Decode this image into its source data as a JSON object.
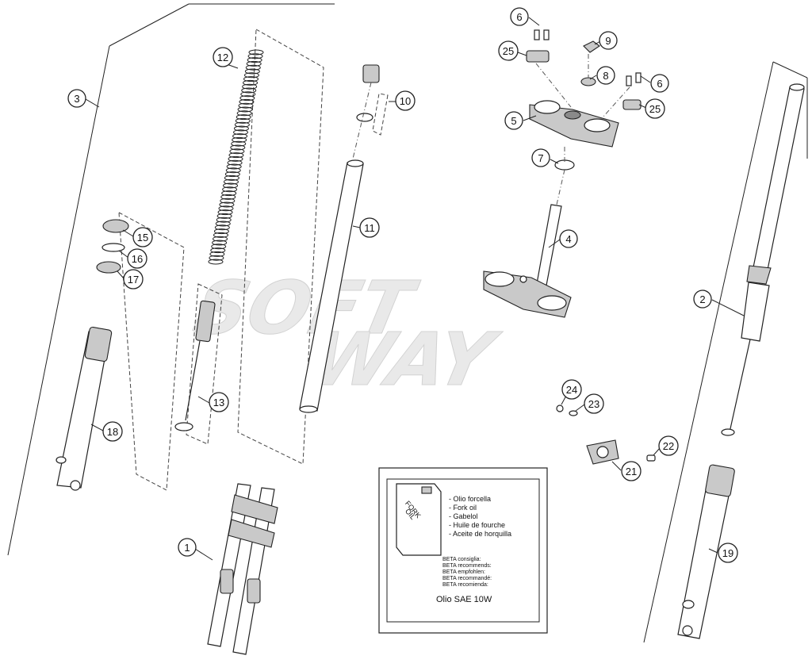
{
  "watermark": {
    "line1": "SOFT",
    "line2": "WAY"
  },
  "callouts": [
    {
      "id": "c1",
      "label": "1"
    },
    {
      "id": "c2",
      "label": "2"
    },
    {
      "id": "c3",
      "label": "3"
    },
    {
      "id": "c4",
      "label": "4"
    },
    {
      "id": "c5",
      "label": "5"
    },
    {
      "id": "c6a",
      "label": "6"
    },
    {
      "id": "c6b",
      "label": "6"
    },
    {
      "id": "c7",
      "label": "7"
    },
    {
      "id": "c8",
      "label": "8"
    },
    {
      "id": "c9",
      "label": "9"
    },
    {
      "id": "c10",
      "label": "10"
    },
    {
      "id": "c11",
      "label": "11"
    },
    {
      "id": "c12",
      "label": "12"
    },
    {
      "id": "c13",
      "label": "13"
    },
    {
      "id": "c15",
      "label": "15"
    },
    {
      "id": "c16",
      "label": "16"
    },
    {
      "id": "c17",
      "label": "17"
    },
    {
      "id": "c18",
      "label": "18"
    },
    {
      "id": "c19",
      "label": "19"
    },
    {
      "id": "c21",
      "label": "21"
    },
    {
      "id": "c22",
      "label": "22"
    },
    {
      "id": "c23",
      "label": "23"
    },
    {
      "id": "c24",
      "label": "24"
    },
    {
      "id": "c25a",
      "label": "25"
    },
    {
      "id": "c25b",
      "label": "25"
    }
  ],
  "oil_box": {
    "can_label_line1": "FORK",
    "can_label_line2": "OIL",
    "oil_names": [
      "- Olio forcella",
      "- Fork oil",
      "- Gabelol",
      "- Huile de fourche",
      "- Aceite de horquilla"
    ],
    "recommends": [
      "BETA consiglia:",
      "BETA recommends:",
      "BETA empfohlen:",
      "BETA recommandé:",
      "BETA recomienda:"
    ],
    "oil_spec": "Olio SAE 10W"
  }
}
